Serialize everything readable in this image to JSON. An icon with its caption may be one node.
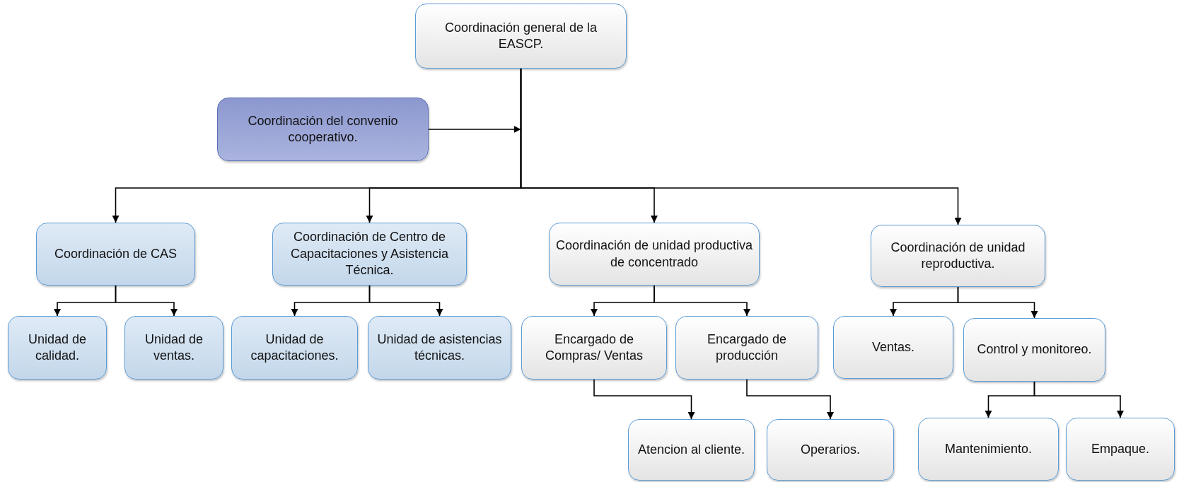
{
  "diagram": {
    "nodes": [
      {
        "text": [
          "Coordinación general de la EASCP."
        ]
      },
      {
        "text": [
          "Coordinación  del convenio cooperativo."
        ]
      },
      {
        "text": [
          "Coordinación de CAS"
        ]
      },
      {
        "text": [
          "Coordinación de Centro de Capacitaciones y Asistencia Técnica."
        ]
      },
      {
        "text": [
          "Coordinación de unidad productiva de concentrado"
        ]
      },
      {
        "text": [
          "Coordinación de unidad reproductiva."
        ]
      },
      {
        "text": [
          "Unidad de calidad."
        ]
      },
      {
        "text": [
          "Unidad de ventas."
        ]
      },
      {
        "text": [
          "Unidad de capacitaciones."
        ]
      },
      {
        "text": [
          "Unidad de asistencias técnicas."
        ]
      },
      {
        "text": [
          "Encargado de Compras/ Ventas"
        ]
      },
      {
        "text": [
          "Encargado de producción"
        ]
      },
      {
        "text": [
          "Ventas."
        ]
      },
      {
        "text": [
          "Control y monitoreo."
        ]
      },
      {
        "text": [
          "Atencion al cliente."
        ]
      },
      {
        "text": [
          "Operarios."
        ]
      },
      {
        "text": [
          "Mantenimiento."
        ]
      },
      {
        "text": [
          "Empaque."
        ]
      }
    ],
    "edges": [
      {
        "from": 1,
        "to": null,
        "arrow": "to"
      },
      {
        "from": 0,
        "to": 2,
        "arrow": "to"
      },
      {
        "from": 0,
        "to": 3,
        "arrow": "to"
      },
      {
        "from": 0,
        "to": 4,
        "arrow": "to"
      },
      {
        "from": 0,
        "to": 5,
        "arrow": "to"
      },
      {
        "from": 2,
        "to": 6,
        "arrow": "to"
      },
      {
        "from": 2,
        "to": 7,
        "arrow": "to"
      },
      {
        "from": 3,
        "to": 8,
        "arrow": "to"
      },
      {
        "from": 3,
        "to": 9,
        "arrow": "to"
      },
      {
        "from": 4,
        "to": 10,
        "arrow": "to"
      },
      {
        "from": 4,
        "to": 11,
        "arrow": "to"
      },
      {
        "from": 5,
        "to": 12,
        "arrow": "to"
      },
      {
        "from": 5,
        "to": 13,
        "arrow": "to"
      },
      {
        "from": 10,
        "to": 14,
        "arrow": "to"
      },
      {
        "from": 11,
        "to": 15,
        "arrow": "to"
      },
      {
        "from": 13,
        "to": 16,
        "arrow": "to"
      },
      {
        "from": 13,
        "to": 17,
        "arrow": "to"
      }
    ]
  }
}
